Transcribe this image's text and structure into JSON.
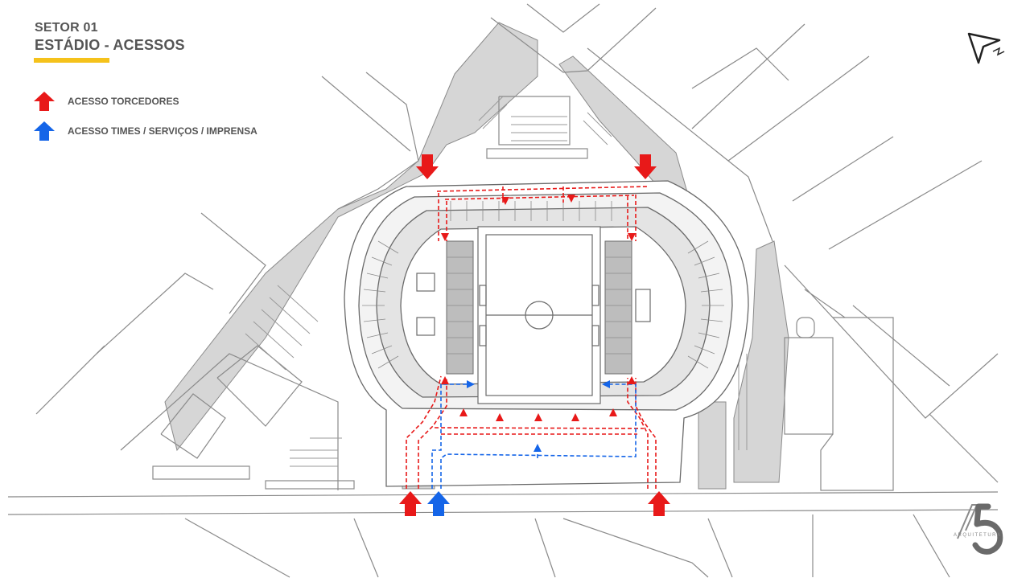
{
  "header": {
    "sector": "SETOR 01",
    "title": "ESTÁDIO - ACESSOS",
    "accent_color": "#f5c21b"
  },
  "legend": [
    {
      "label": "ACESSO TORCEDORES",
      "color": "#e81919",
      "icon": "up-arrow-icon"
    },
    {
      "label": "ACESSO TIMES / SERVIÇOS / IMPRENSA",
      "color": "#1565e8",
      "icon": "up-arrow-icon"
    }
  ],
  "north_symbol": "north-arrow-icon",
  "logo": {
    "mark": "A5",
    "text": "ARQUITETURA"
  },
  "colors": {
    "fan_access": "#e81919",
    "team_access": "#1565e8",
    "linework": "#7a7a7a",
    "shaded_area": "#d4d4d4"
  }
}
